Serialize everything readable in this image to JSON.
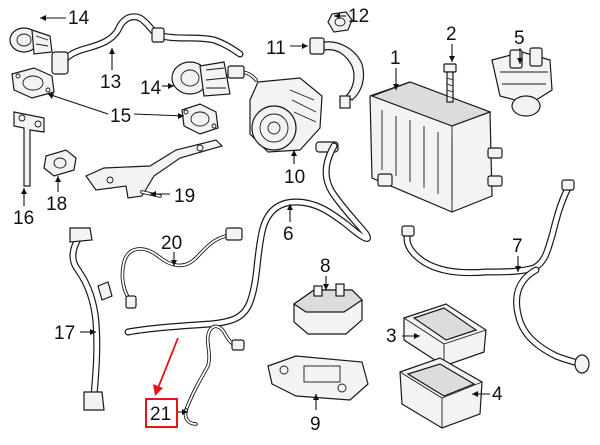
{
  "callouts": [
    {
      "id": "1",
      "label": "1"
    },
    {
      "id": "2",
      "label": "2"
    },
    {
      "id": "3",
      "label": "3"
    },
    {
      "id": "4",
      "label": "4"
    },
    {
      "id": "5",
      "label": "5"
    },
    {
      "id": "6",
      "label": "6"
    },
    {
      "id": "7",
      "label": "7"
    },
    {
      "id": "8",
      "label": "8"
    },
    {
      "id": "9",
      "label": "9"
    },
    {
      "id": "10",
      "label": "10"
    },
    {
      "id": "11",
      "label": "11"
    },
    {
      "id": "12",
      "label": "12"
    },
    {
      "id": "13",
      "label": "13"
    },
    {
      "id": "14a",
      "label": "14"
    },
    {
      "id": "14b",
      "label": "14"
    },
    {
      "id": "15",
      "label": "15"
    },
    {
      "id": "16",
      "label": "16"
    },
    {
      "id": "17",
      "label": "17"
    },
    {
      "id": "18",
      "label": "18"
    },
    {
      "id": "19",
      "label": "19"
    },
    {
      "id": "20",
      "label": "20"
    },
    {
      "id": "21",
      "label": "21"
    }
  ],
  "highlighted_part": "21",
  "colors": {
    "line": "#1a1a1a",
    "highlight": "#e0161b",
    "background": "#ffffff"
  }
}
